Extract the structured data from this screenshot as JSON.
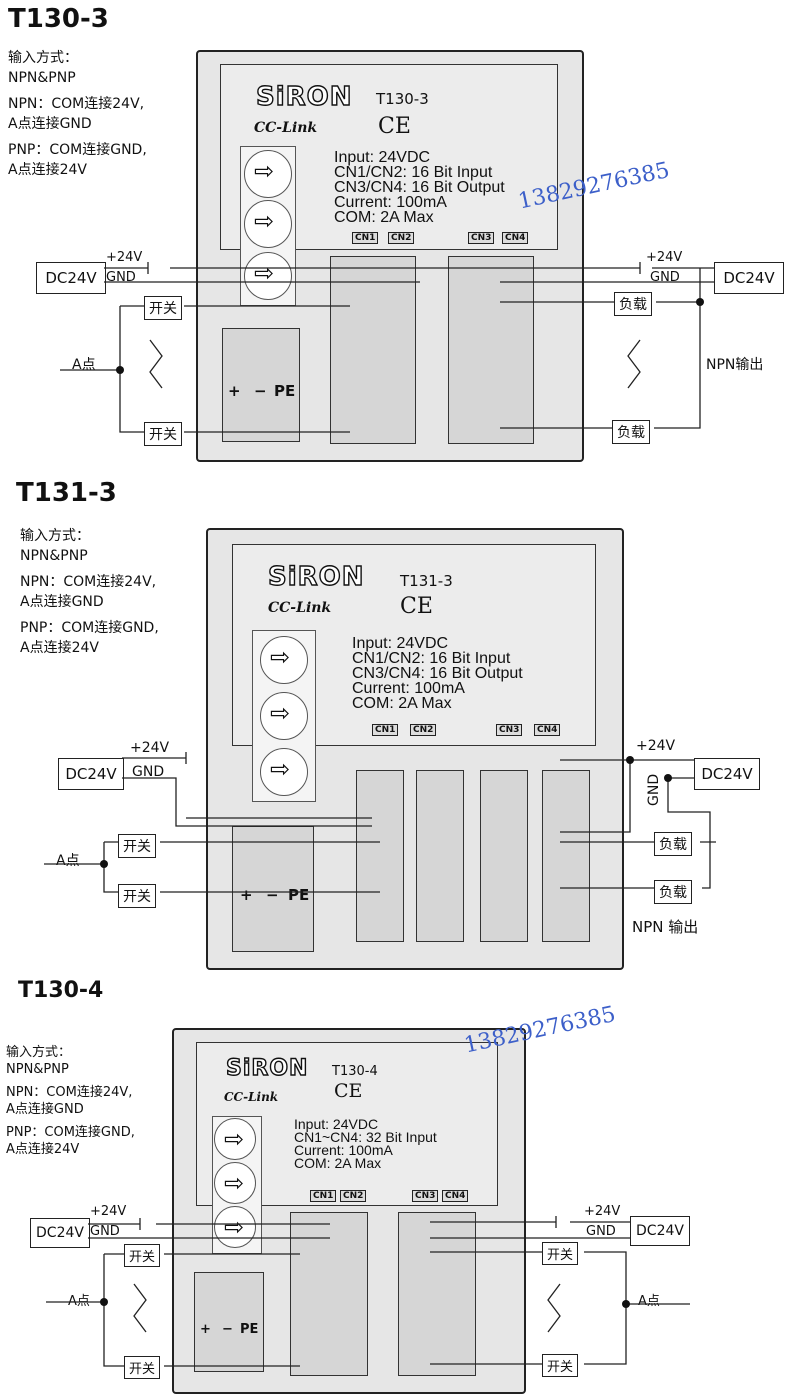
{
  "sections": [
    {
      "model": "T130-3",
      "notes": [
        "输入方式：",
        "NPN&PNP",
        "NPN：COM连接24V,",
        "A点连接GND",
        "PNP：COM连接GND,",
        "A点连接24V"
      ],
      "specs": [
        "Input: 24VDC",
        "CN1/CN2: 16 Bit Input",
        "CN3/CN4: 16 Bit Output",
        "Current: 100mA",
        "COM: 2A Max"
      ],
      "connectors": [
        "CN1",
        "CN2",
        "CN3",
        "CN4"
      ],
      "left": {
        "dc": "DC24V",
        "plus24": "+24V",
        "gnd": "GND",
        "switch": "开关",
        "point": "A点"
      },
      "right": {
        "dc": "DC24V",
        "plus24": "+24V",
        "gnd": "GND",
        "load": "负载",
        "output": "NPN输出"
      }
    },
    {
      "model": "T131-3",
      "notes": [
        "输入方式：",
        "NPN&PNP",
        "NPN：COM连接24V,",
        "A点连接GND",
        "PNP：COM连接GND,",
        "A点连接24V"
      ],
      "specs": [
        "Input: 24VDC",
        "CN1/CN2: 16 Bit Input",
        "CN3/CN4: 16 Bit Output",
        "Current: 100mA",
        "COM: 2A Max"
      ],
      "connectors": [
        "CN1",
        "CN2",
        "CN3",
        "CN4"
      ],
      "left": {
        "dc": "DC24V",
        "plus24": "+24V",
        "gnd": "GND",
        "switch": "开关",
        "point": "A点"
      },
      "right": {
        "dc": "DC24V",
        "plus24": "+24V",
        "gnd": "GND",
        "load": "负载",
        "output": "NPN 输出"
      }
    },
    {
      "model": "T130-4",
      "notes": [
        "输入方式：",
        "NPN&PNP",
        "NPN：COM连接24V,",
        "A点连接GND",
        "PNP：COM连接GND,",
        "A点连接24V"
      ],
      "specs": [
        "Input: 24VDC",
        "CN1~CN4: 32 Bit Input",
        "Current: 100mA",
        "COM: 2A Max"
      ],
      "connectors": [
        "CN1",
        "CN2",
        "CN3",
        "CN4"
      ],
      "left": {
        "dc": "DC24V",
        "plus24": "+24V",
        "gnd": "GND",
        "switch": "开关",
        "point": "A点"
      },
      "right": {
        "dc": "DC24V",
        "plus24": "+24V",
        "gnd": "GND",
        "switch": "开关",
        "point": "A点"
      }
    }
  ],
  "brand": "SiRON",
  "cclink": "CC-Link",
  "ce": "CE",
  "power_labels": {
    "plus": "+",
    "minus": "−",
    "pe": "PE"
  },
  "watermark": "13829276385",
  "colors": {
    "watermark": "#3c5fc9",
    "body": "#e6e6e6",
    "line": "#222222"
  }
}
